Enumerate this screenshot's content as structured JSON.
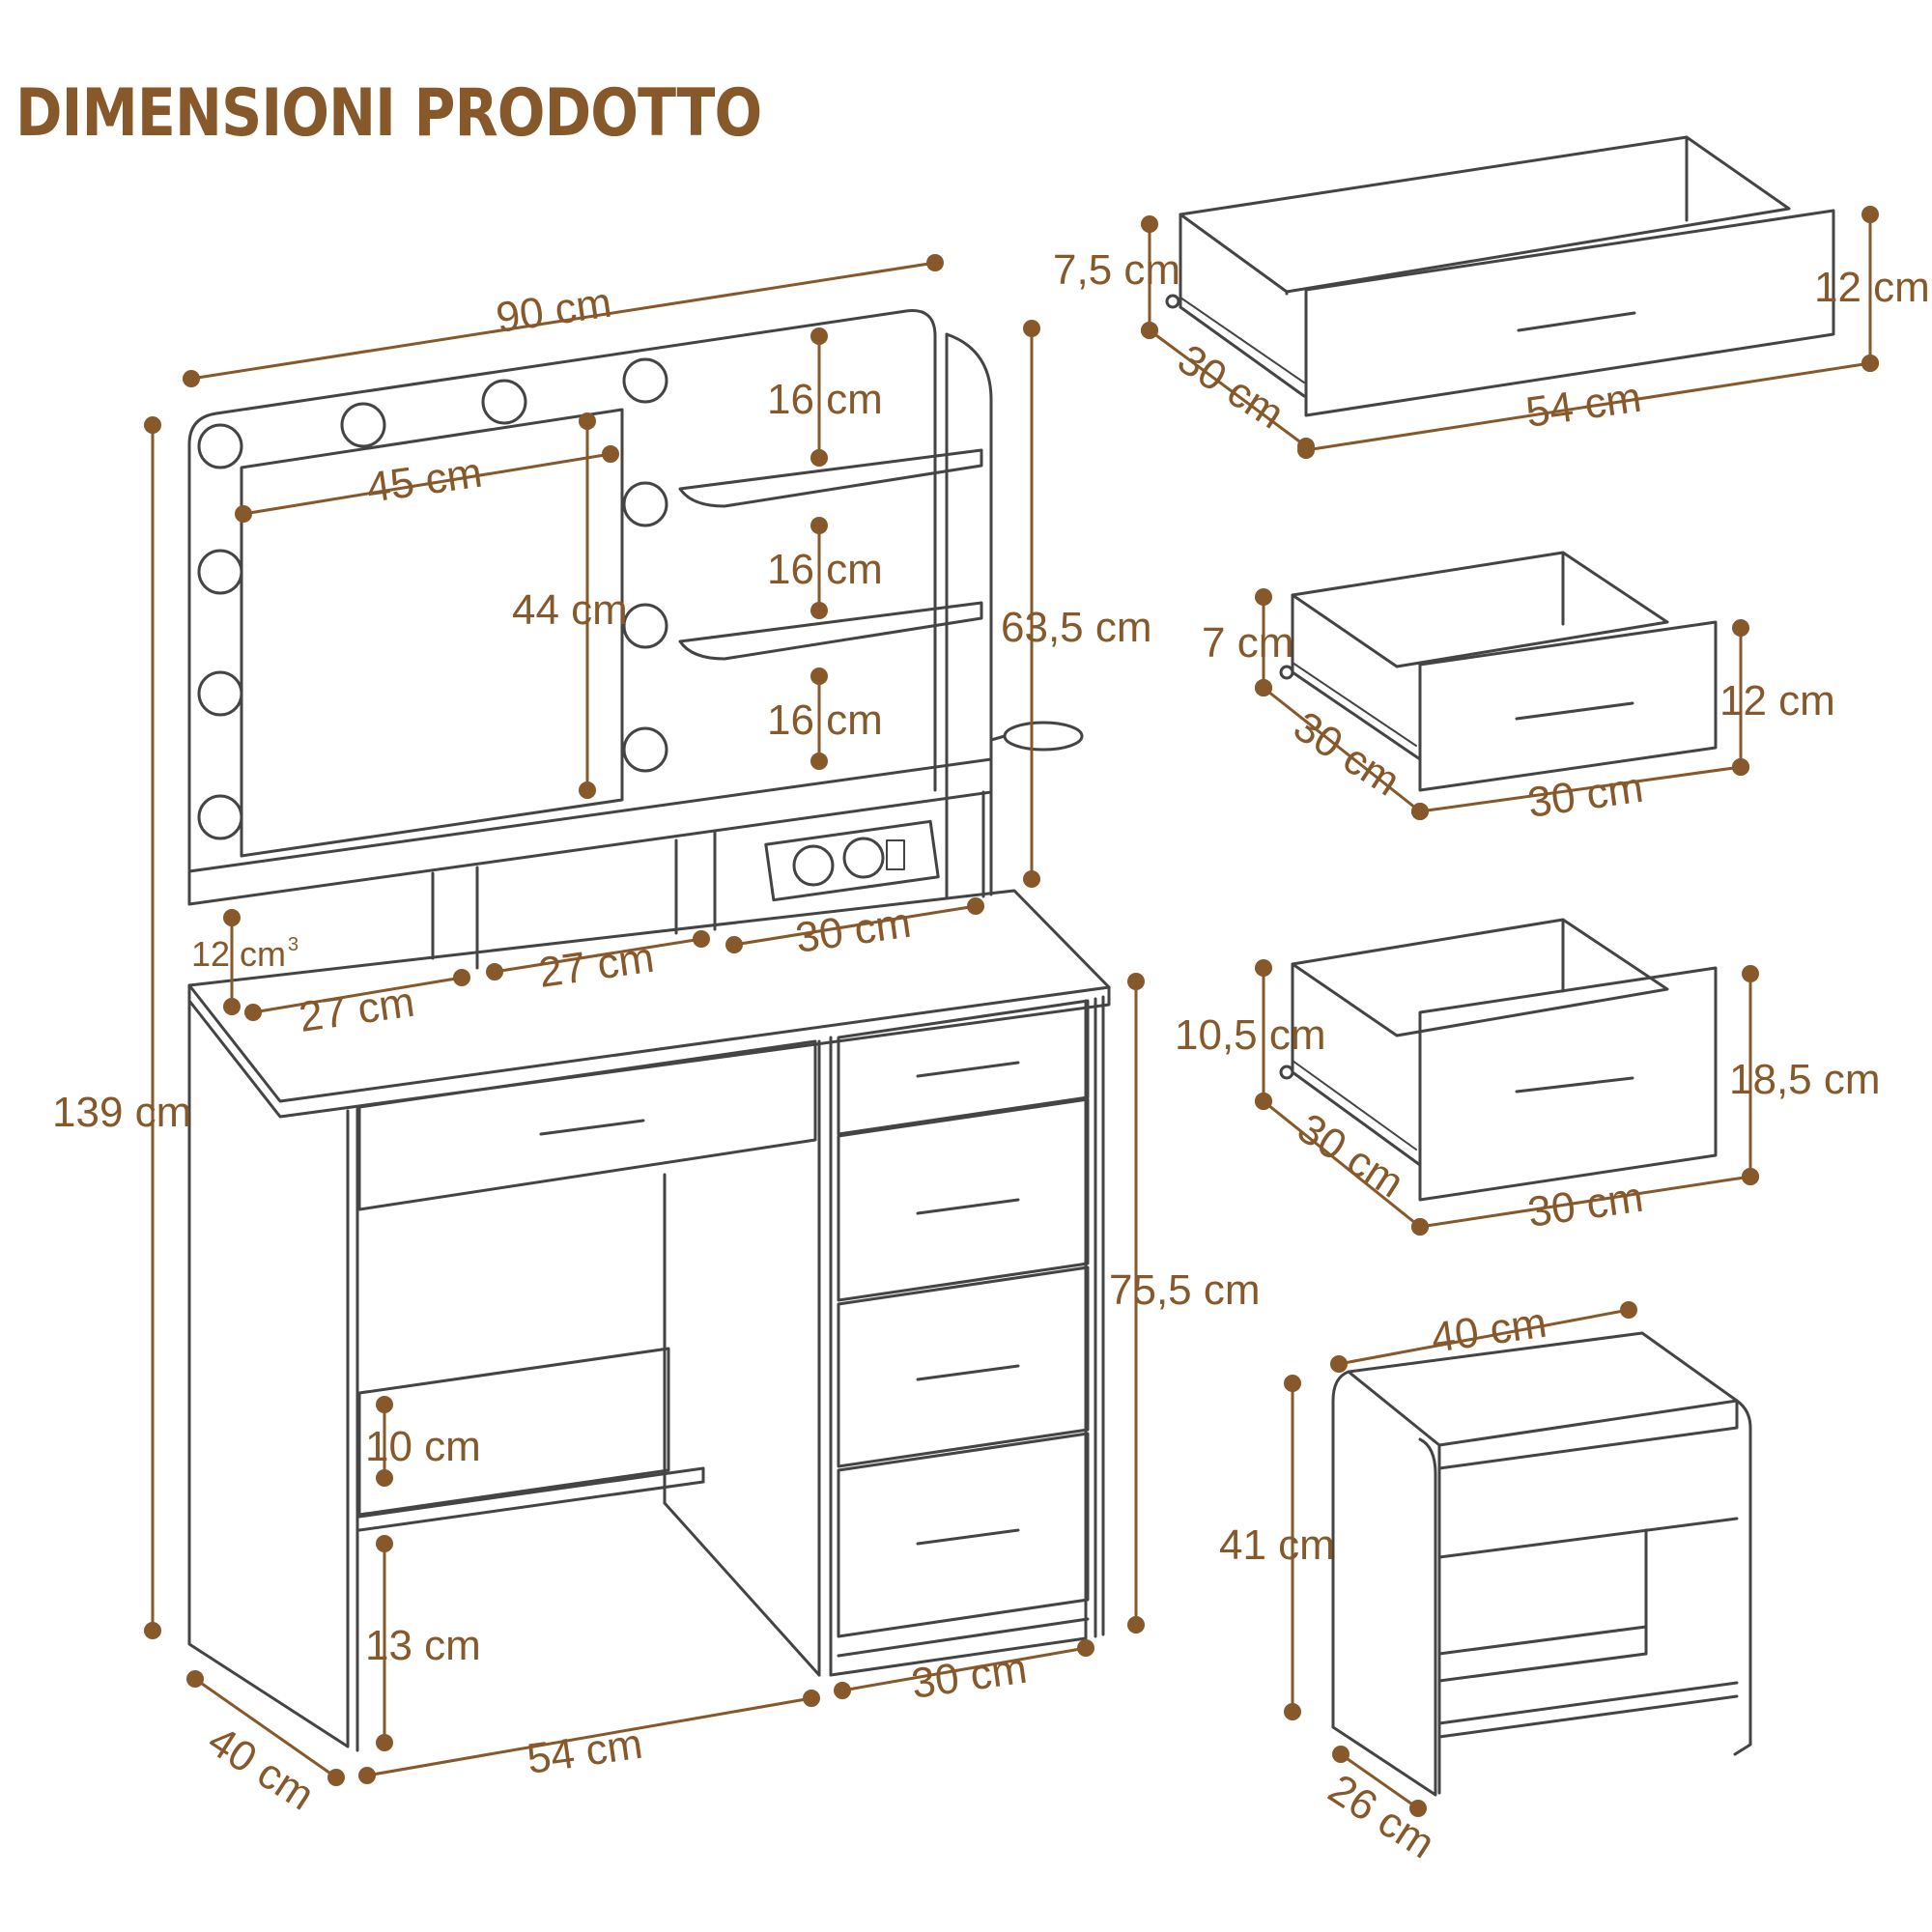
{
  "title": "DIMENSIONI PRODOTTO",
  "vanity": {
    "width": "90 cm",
    "total_height": "139 cm",
    "upper_height": "63,5 cm",
    "desk_height": "75,5 cm",
    "mirror_width": "45 cm",
    "mirror_height": "44 cm",
    "shelf_gap_1": "16 cm",
    "shelf_gap_2": "16 cm",
    "shelf_gap_3": "16 cm",
    "cubby_height": "12 cm",
    "cubby_height_sup": "3",
    "cubby_1_width": "27 cm",
    "cubby_2_width": "27 cm",
    "cubby_3_width": "30 cm",
    "footrest_height": "10 cm",
    "footrest_clearance": "13 cm",
    "depth": "40 cm",
    "desk_opening_width": "54 cm",
    "drawer_column_width": "30 cm"
  },
  "drawer_large": {
    "inner_height": "7,5 cm",
    "front_height": "12 cm",
    "depth": "30 cm",
    "width": "54 cm"
  },
  "drawer_small": {
    "inner_height": "7 cm",
    "front_height": "12 cm",
    "depth": "30 cm",
    "width": "30 cm"
  },
  "drawer_tall": {
    "inner_height": "10,5 cm",
    "front_height": "18,5 cm",
    "depth": "30 cm",
    "width": "30 cm"
  },
  "stool": {
    "width": "40 cm",
    "height": "41 cm",
    "depth": "26 cm"
  },
  "colors": {
    "accent": "#86582a",
    "line": "#444444"
  }
}
